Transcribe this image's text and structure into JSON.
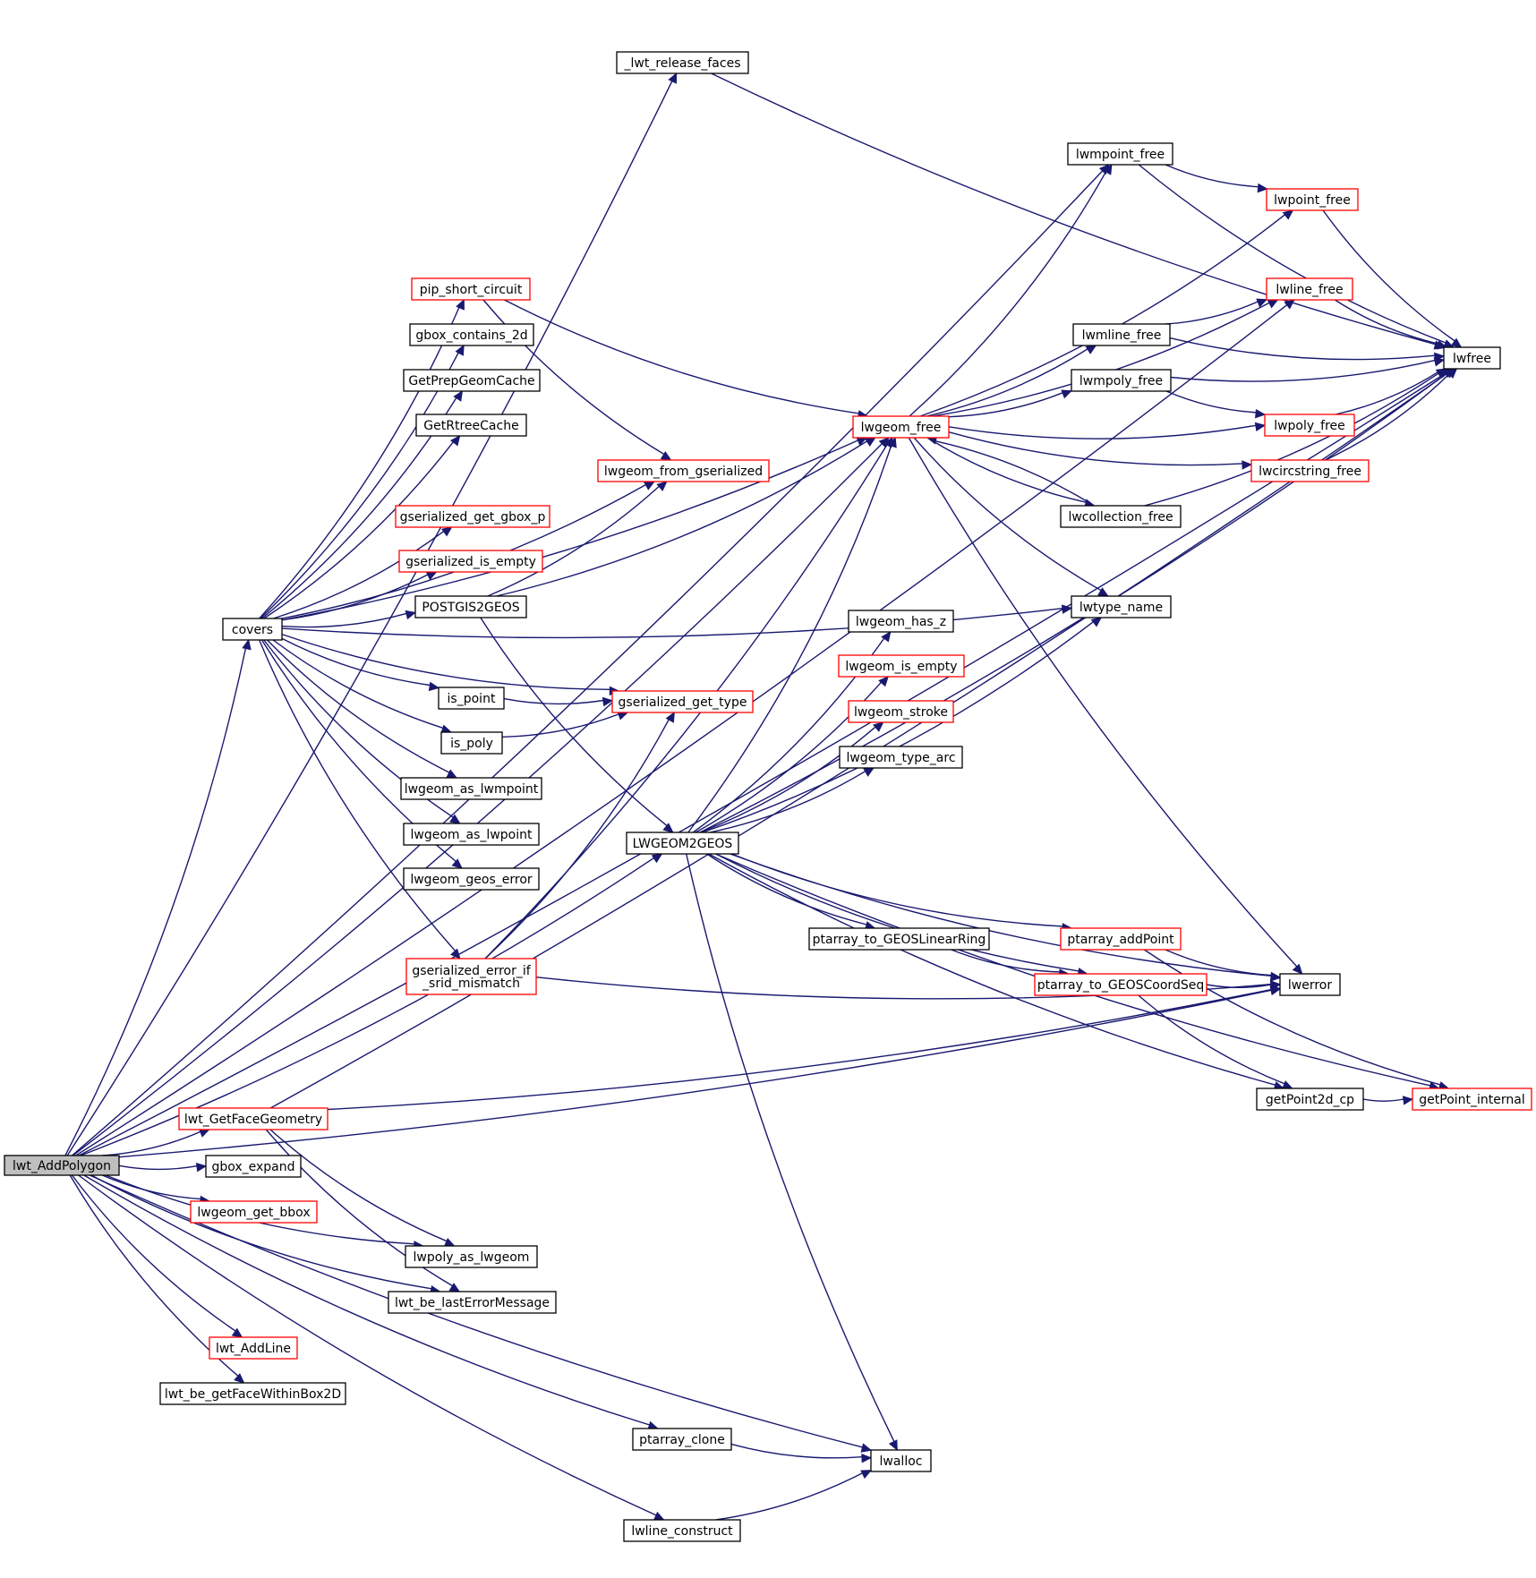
{
  "graph": {
    "edge_color": "#191970",
    "truncated_border_color": "#ff0000",
    "root_fill": "#bfbfbf",
    "nodes": {
      "lwt_AddPolygon": {
        "label": "lwt_AddPolygon",
        "lines": [
          "lwt_AddPolygon"
        ],
        "truncated": false,
        "root": true
      },
      "_lwt_release_faces": {
        "label": "_lwt_release_faces",
        "lines": [
          "_lwt_release_faces"
        ],
        "truncated": false
      },
      "lwfree": {
        "label": "lwfree",
        "lines": [
          "lwfree"
        ],
        "truncated": false
      },
      "covers": {
        "label": "covers",
        "lines": [
          "covers"
        ],
        "truncated": false
      },
      "lwpoint_free": {
        "label": "lwpoint_free",
        "lines": [
          "lwpoint_free"
        ],
        "truncated": true
      },
      "lwline_free": {
        "label": "lwline_free",
        "lines": [
          "lwline_free"
        ],
        "truncated": true
      },
      "lwmpoint_free": {
        "label": "lwmpoint_free",
        "lines": [
          "lwmpoint_free"
        ],
        "truncated": false
      },
      "lwmline_free": {
        "label": "lwmline_free",
        "lines": [
          "lwmline_free"
        ],
        "truncated": false
      },
      "lwmpoly_free": {
        "label": "lwmpoly_free",
        "lines": [
          "lwmpoly_free"
        ],
        "truncated": false
      },
      "lwpoly_free": {
        "label": "lwpoly_free",
        "lines": [
          "lwpoly_free"
        ],
        "truncated": true
      },
      "lwcircstring_free": {
        "label": "lwcircstring_free",
        "lines": [
          "lwcircstring_free"
        ],
        "truncated": true
      },
      "lwcollection_free": {
        "label": "lwcollection_free",
        "lines": [
          "lwcollection_free"
        ],
        "truncated": false
      },
      "lwgeom_free": {
        "label": "lwgeom_free",
        "lines": [
          "lwgeom_free"
        ],
        "truncated": true
      },
      "lwtype_name": {
        "label": "lwtype_name",
        "lines": [
          "lwtype_name"
        ],
        "truncated": false
      },
      "pip_short_circuit": {
        "label": "pip_short_circuit",
        "lines": [
          "pip_short_circuit"
        ],
        "truncated": true
      },
      "gbox_contains_2d": {
        "label": "gbox_contains_2d",
        "lines": [
          "gbox_contains_2d"
        ],
        "truncated": false
      },
      "GetPrepGeomCache": {
        "label": "GetPrepGeomCache",
        "lines": [
          "GetPrepGeomCache"
        ],
        "truncated": false
      },
      "GetRtreeCache": {
        "label": "GetRtreeCache",
        "lines": [
          "GetRtreeCache"
        ],
        "truncated": false
      },
      "lwgeom_from_gserialized": {
        "label": "lwgeom_from_gserialized",
        "lines": [
          "lwgeom_from_gserialized"
        ],
        "truncated": true
      },
      "gserialized_get_gbox_p": {
        "label": "gserialized_get_gbox_p",
        "lines": [
          "gserialized_get_gbox_p"
        ],
        "truncated": true
      },
      "gserialized_is_empty": {
        "label": "gserialized_is_empty",
        "lines": [
          "gserialized_is_empty"
        ],
        "truncated": true
      },
      "POSTGIS2GEOS": {
        "label": "POSTGIS2GEOS",
        "lines": [
          "POSTGIS2GEOS"
        ],
        "truncated": false
      },
      "is_point": {
        "label": "is_point",
        "lines": [
          "is_point"
        ],
        "truncated": false
      },
      "gserialized_get_type": {
        "label": "gserialized_get_type",
        "lines": [
          "gserialized_get_type"
        ],
        "truncated": true
      },
      "is_poly": {
        "label": "is_poly",
        "lines": [
          "is_poly"
        ],
        "truncated": false
      },
      "lwgeom_as_lwmpoint": {
        "label": "lwgeom_as_lwmpoint",
        "lines": [
          "lwgeom_as_lwmpoint"
        ],
        "truncated": false
      },
      "lwgeom_as_lwpoint": {
        "label": "lwgeom_as_lwpoint",
        "lines": [
          "lwgeom_as_lwpoint"
        ],
        "truncated": false
      },
      "lwgeom_geos_error": {
        "label": "lwgeom_geos_error",
        "lines": [
          "lwgeom_geos_error"
        ],
        "truncated": false
      },
      "gserialized_error_if_srid_mismatch": {
        "label": "gserialized_error_if_srid_mismatch",
        "lines": [
          "gserialized_error_if",
          "_srid_mismatch"
        ],
        "truncated": true
      },
      "LWGEOM2GEOS": {
        "label": "LWGEOM2GEOS",
        "lines": [
          "LWGEOM2GEOS"
        ],
        "truncated": false
      },
      "lwgeom_has_z": {
        "label": "lwgeom_has_z",
        "lines": [
          "lwgeom_has_z"
        ],
        "truncated": false
      },
      "lwgeom_is_empty": {
        "label": "lwgeom_is_empty",
        "lines": [
          "lwgeom_is_empty"
        ],
        "truncated": true
      },
      "lwgeom_stroke": {
        "label": "lwgeom_stroke",
        "lines": [
          "lwgeom_stroke"
        ],
        "truncated": true
      },
      "lwgeom_type_arc": {
        "label": "lwgeom_type_arc",
        "lines": [
          "lwgeom_type_arc"
        ],
        "truncated": false
      },
      "ptarray_to_GEOSLinearRing": {
        "label": "ptarray_to_GEOSLinearRing",
        "lines": [
          "ptarray_to_GEOSLinearRing"
        ],
        "truncated": false
      },
      "ptarray_addPoint": {
        "label": "ptarray_addPoint",
        "lines": [
          "ptarray_addPoint"
        ],
        "truncated": true
      },
      "ptarray_to_GEOSCoordSeq": {
        "label": "ptarray_to_GEOSCoordSeq",
        "lines": [
          "ptarray_to_GEOSCoordSeq"
        ],
        "truncated": true
      },
      "lwerror": {
        "label": "lwerror",
        "lines": [
          "lwerror"
        ],
        "truncated": false
      },
      "getPoint2d_cp": {
        "label": "getPoint2d_cp",
        "lines": [
          "getPoint2d_cp"
        ],
        "truncated": false
      },
      "getPoint_internal": {
        "label": "getPoint_internal",
        "lines": [
          "getPoint_internal"
        ],
        "truncated": true
      },
      "lwt_GetFaceGeometry": {
        "label": "lwt_GetFaceGeometry",
        "lines": [
          "lwt_GetFaceGeometry"
        ],
        "truncated": true
      },
      "gbox_expand": {
        "label": "gbox_expand",
        "lines": [
          "gbox_expand"
        ],
        "truncated": false
      },
      "lwgeom_get_bbox": {
        "label": "lwgeom_get_bbox",
        "lines": [
          "lwgeom_get_bbox"
        ],
        "truncated": true
      },
      "lwpoly_as_lwgeom": {
        "label": "lwpoly_as_lwgeom",
        "lines": [
          "lwpoly_as_lwgeom"
        ],
        "truncated": false
      },
      "lwt_be_lastErrorMessage": {
        "label": "lwt_be_lastErrorMessage",
        "lines": [
          "lwt_be_lastErrorMessage"
        ],
        "truncated": false
      },
      "lwt_AddLine": {
        "label": "lwt_AddLine",
        "lines": [
          "lwt_AddLine"
        ],
        "truncated": true
      },
      "lwt_be_getFaceWithinBox2D": {
        "label": "lwt_be_getFaceWithinBox2D",
        "lines": [
          "lwt_be_getFaceWithinBox2D"
        ],
        "truncated": false
      },
      "ptarray_clone": {
        "label": "ptarray_clone",
        "lines": [
          "ptarray_clone"
        ],
        "truncated": false
      },
      "lwalloc": {
        "label": "lwalloc",
        "lines": [
          "lwalloc"
        ],
        "truncated": false
      },
      "lwline_construct": {
        "label": "lwline_construct",
        "lines": [
          "lwline_construct"
        ],
        "truncated": false
      }
    },
    "edges": [
      [
        "lwt_AddPolygon",
        "_lwt_release_faces"
      ],
      [
        "lwt_AddPolygon",
        "lwfree"
      ],
      [
        "lwt_AddPolygon",
        "lwmpoint_free"
      ],
      [
        "lwt_AddPolygon",
        "lwline_free"
      ],
      [
        "lwt_AddPolygon",
        "lwgeom_free"
      ],
      [
        "lwt_AddPolygon",
        "covers"
      ],
      [
        "lwt_AddPolygon",
        "LWGEOM2GEOS"
      ],
      [
        "lwt_AddPolygon",
        "lwerror"
      ],
      [
        "lwt_AddPolygon",
        "lwt_GetFaceGeometry"
      ],
      [
        "lwt_AddPolygon",
        "gbox_expand"
      ],
      [
        "lwt_AddPolygon",
        "lwgeom_get_bbox"
      ],
      [
        "lwt_AddPolygon",
        "lwpoly_as_lwgeom"
      ],
      [
        "lwt_AddPolygon",
        "lwt_be_lastErrorMessage"
      ],
      [
        "lwt_AddPolygon",
        "lwt_AddLine"
      ],
      [
        "lwt_AddPolygon",
        "lwt_be_getFaceWithinBox2D"
      ],
      [
        "lwt_AddPolygon",
        "ptarray_clone"
      ],
      [
        "lwt_AddPolygon",
        "lwalloc"
      ],
      [
        "lwt_AddPolygon",
        "lwline_construct"
      ],
      [
        "_lwt_release_faces",
        "lwfree"
      ],
      [
        "covers",
        "pip_short_circuit"
      ],
      [
        "covers",
        "gbox_contains_2d"
      ],
      [
        "covers",
        "GetPrepGeomCache"
      ],
      [
        "covers",
        "GetRtreeCache"
      ],
      [
        "covers",
        "lwgeom_from_gserialized"
      ],
      [
        "covers",
        "gserialized_get_gbox_p"
      ],
      [
        "covers",
        "gserialized_is_empty"
      ],
      [
        "covers",
        "POSTGIS2GEOS"
      ],
      [
        "covers",
        "is_point"
      ],
      [
        "covers",
        "gserialized_get_type"
      ],
      [
        "covers",
        "is_poly"
      ],
      [
        "covers",
        "lwgeom_as_lwmpoint"
      ],
      [
        "covers",
        "lwgeom_as_lwpoint"
      ],
      [
        "covers",
        "lwgeom_geos_error"
      ],
      [
        "covers",
        "gserialized_error_if_srid_mismatch"
      ],
      [
        "covers",
        "lwgeom_free"
      ],
      [
        "covers",
        "lwtype_name"
      ],
      [
        "pip_short_circuit",
        "lwgeom_free"
      ],
      [
        "pip_short_circuit",
        "lwgeom_from_gserialized"
      ],
      [
        "POSTGIS2GEOS",
        "lwgeom_from_gserialized"
      ],
      [
        "POSTGIS2GEOS",
        "lwgeom_free"
      ],
      [
        "POSTGIS2GEOS",
        "LWGEOM2GEOS"
      ],
      [
        "is_point",
        "gserialized_get_type"
      ],
      [
        "is_poly",
        "gserialized_get_type"
      ],
      [
        "gserialized_error_if_srid_mismatch",
        "gserialized_get_type"
      ],
      [
        "gserialized_error_if_srid_mismatch",
        "lwgeom_free"
      ],
      [
        "gserialized_error_if_srid_mismatch",
        "lwerror"
      ],
      [
        "lwmpoint_free",
        "lwpoint_free"
      ],
      [
        "lwmpoint_free",
        "lwfree"
      ],
      [
        "lwpoint_free",
        "lwfree"
      ],
      [
        "lwline_free",
        "lwfree"
      ],
      [
        "lwmline_free",
        "lwline_free"
      ],
      [
        "lwmline_free",
        "lwfree"
      ],
      [
        "lwmpoly_free",
        "lwpoly_free"
      ],
      [
        "lwmpoly_free",
        "lwfree"
      ],
      [
        "lwpoly_free",
        "lwfree"
      ],
      [
        "lwcircstring_free",
        "lwfree"
      ],
      [
        "lwcollection_free",
        "lwfree"
      ],
      [
        "lwcollection_free",
        "lwgeom_free"
      ],
      [
        "lwgeom_free",
        "lwmpoint_free"
      ],
      [
        "lwgeom_free",
        "lwpoint_free"
      ],
      [
        "lwgeom_free",
        "lwline_free"
      ],
      [
        "lwgeom_free",
        "lwmline_free"
      ],
      [
        "lwgeom_free",
        "lwmpoly_free"
      ],
      [
        "lwgeom_free",
        "lwpoly_free"
      ],
      [
        "lwgeom_free",
        "lwcircstring_free"
      ],
      [
        "lwgeom_free",
        "lwcollection_free"
      ],
      [
        "lwgeom_free",
        "lwtype_name"
      ],
      [
        "lwgeom_free",
        "lwerror"
      ],
      [
        "LWGEOM2GEOS",
        "lwgeom_free"
      ],
      [
        "LWGEOM2GEOS",
        "lwtype_name"
      ],
      [
        "LWGEOM2GEOS",
        "lwgeom_has_z"
      ],
      [
        "LWGEOM2GEOS",
        "lwgeom_is_empty"
      ],
      [
        "LWGEOM2GEOS",
        "lwgeom_stroke"
      ],
      [
        "LWGEOM2GEOS",
        "lwgeom_type_arc"
      ],
      [
        "LWGEOM2GEOS",
        "lwfree"
      ],
      [
        "LWGEOM2GEOS",
        "ptarray_to_GEOSLinearRing"
      ],
      [
        "LWGEOM2GEOS",
        "ptarray_addPoint"
      ],
      [
        "LWGEOM2GEOS",
        "ptarray_to_GEOSCoordSeq"
      ],
      [
        "LWGEOM2GEOS",
        "lwerror"
      ],
      [
        "LWGEOM2GEOS",
        "getPoint2d_cp"
      ],
      [
        "LWGEOM2GEOS",
        "getPoint_internal"
      ],
      [
        "LWGEOM2GEOS",
        "lwalloc"
      ],
      [
        "ptarray_to_GEOSLinearRing",
        "ptarray_to_GEOSCoordSeq"
      ],
      [
        "ptarray_addPoint",
        "lwerror"
      ],
      [
        "ptarray_addPoint",
        "getPoint_internal"
      ],
      [
        "ptarray_to_GEOSCoordSeq",
        "lwerror"
      ],
      [
        "ptarray_to_GEOSCoordSeq",
        "getPoint2d_cp"
      ],
      [
        "getPoint2d_cp",
        "getPoint_internal"
      ],
      [
        "lwt_GetFaceGeometry",
        "lwerror"
      ],
      [
        "lwt_GetFaceGeometry",
        "lwfree"
      ],
      [
        "lwt_GetFaceGeometry",
        "lwpoly_as_lwgeom"
      ],
      [
        "lwt_GetFaceGeometry",
        "lwt_be_lastErrorMessage"
      ],
      [
        "ptarray_clone",
        "lwalloc"
      ],
      [
        "lwline_construct",
        "lwalloc"
      ]
    ]
  }
}
